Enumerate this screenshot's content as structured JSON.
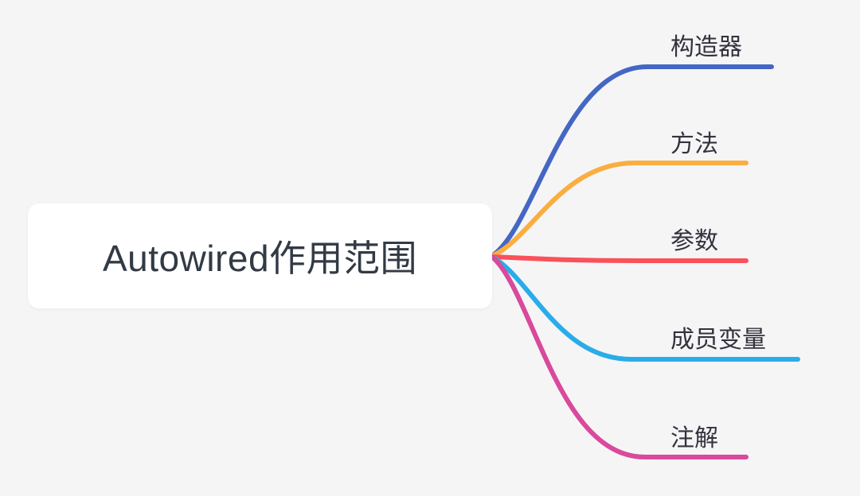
{
  "central_node": {
    "label": "Autowired作用范围"
  },
  "branches": [
    {
      "label": "构造器",
      "color": "#4467c4"
    },
    {
      "label": "方法",
      "color": "#faae40"
    },
    {
      "label": "参数",
      "color": "#fa515b"
    },
    {
      "label": "成员变量",
      "color": "#2aace9"
    },
    {
      "label": "注解",
      "color": "#d9499c"
    }
  ],
  "colors": {
    "background": "#f5f5f6",
    "node_fill": "#ffffff",
    "node_text": "#323a45",
    "branch_text": "#33323e"
  }
}
